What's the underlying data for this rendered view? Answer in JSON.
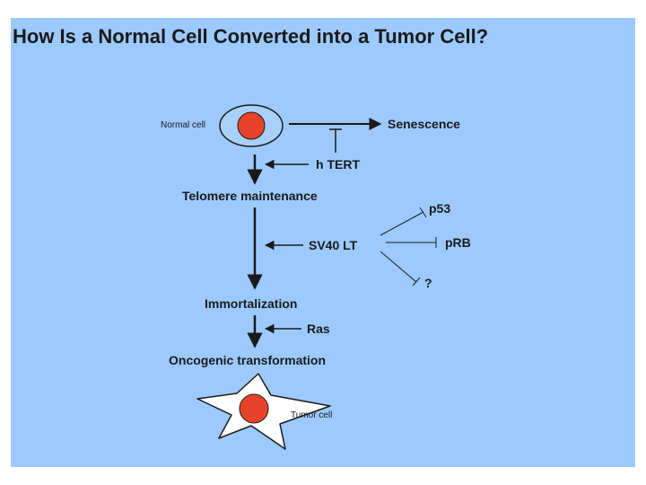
{
  "title": "How Is a Normal Cell Converted into a Tumor Cell?",
  "diagram": {
    "normal_cell": "Normal cell",
    "senescence": "Senescence",
    "htert": "h TERT",
    "telomere": "Telomere maintenance",
    "p53": "p53",
    "prb": "pRB",
    "unknown": "?",
    "sv40": "SV40 LT",
    "immortalization": "Immortalization",
    "ras": "Ras",
    "oncogenic": "Oncogenic transformation",
    "tumor_cell": "Tumor cell"
  },
  "colors": {
    "background": "#9ccaff",
    "nucleus": "#e8432a",
    "ink": "#1a1a1a"
  }
}
